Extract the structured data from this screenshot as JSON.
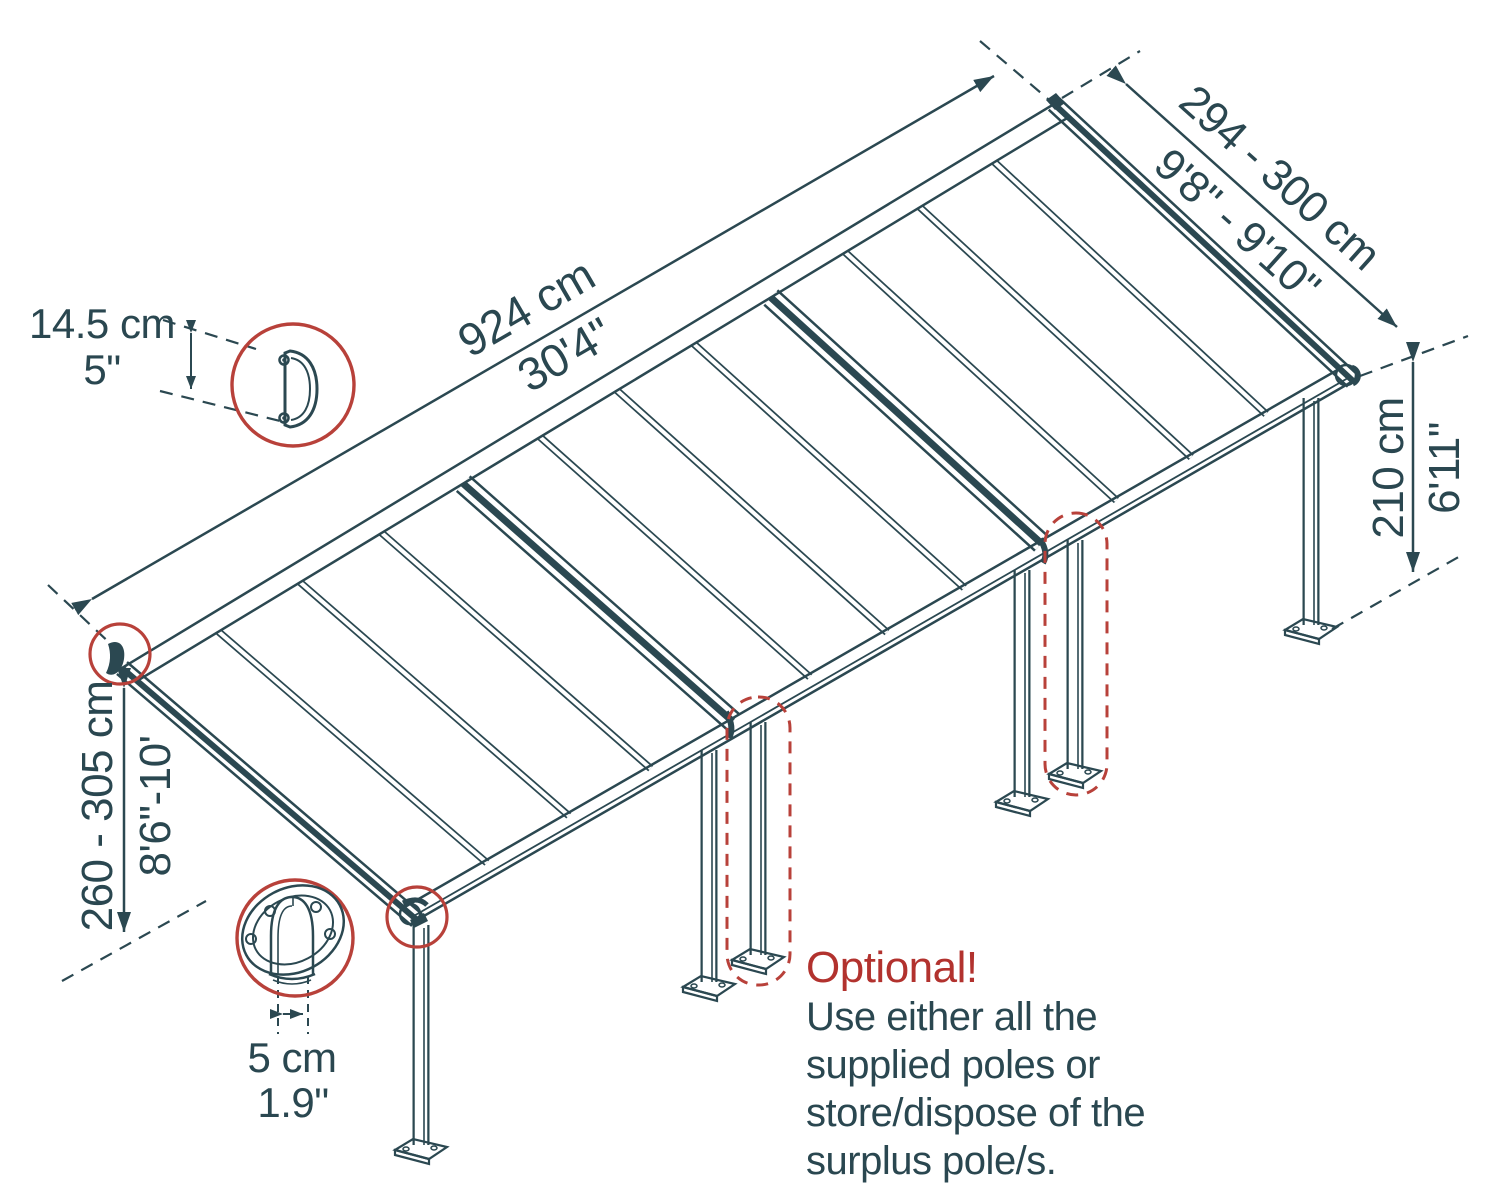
{
  "diagram": {
    "type": "patio-cover-dimension-diagram",
    "dimensions": {
      "roof_length": {
        "metric": "924 cm",
        "imperial": "30'4\""
      },
      "roof_width": {
        "metric": "294 - 300 cm",
        "imperial": "9'8\" - 9'10\""
      },
      "front_post_height": {
        "metric": "210 cm",
        "imperial": "6'11\""
      },
      "wall_mount_height": {
        "metric": "260 - 305 cm",
        "imperial": "8'6\"-10'"
      },
      "wall_profile_height": {
        "metric": "14.5 cm",
        "imperial": "5\""
      },
      "pole_width": {
        "metric": "5 cm",
        "imperial": "1.9\""
      }
    },
    "note": {
      "title": "Optional!",
      "lines": [
        "Use either all the",
        "supplied poles or",
        "store/dispose of the",
        "surplus pole/s."
      ]
    },
    "colors": {
      "line": "#2b4851",
      "text": "#2a4750",
      "accent_red": "#b8413a",
      "accent_red_text": "#b2322e",
      "background": "#ffffff"
    }
  }
}
